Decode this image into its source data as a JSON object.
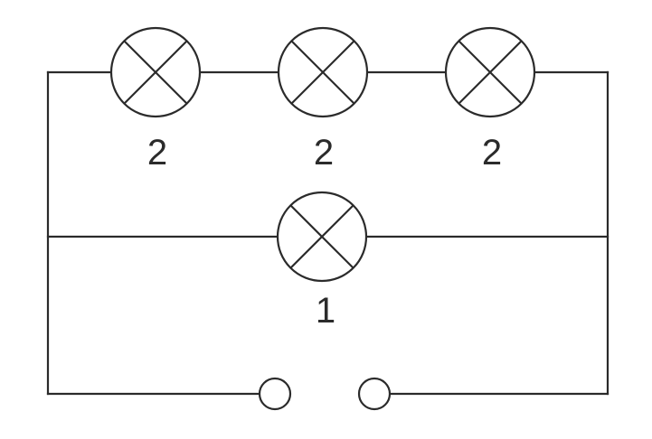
{
  "diagram": {
    "colors": {
      "stroke": "#2b2b2b",
      "background": "#ffffff"
    },
    "lamps": [
      {
        "id": "lamp-top-left",
        "label": "2",
        "icon": "lamp-cross-icon"
      },
      {
        "id": "lamp-top-middle",
        "label": "2",
        "icon": "lamp-cross-icon"
      },
      {
        "id": "lamp-top-right",
        "label": "2",
        "icon": "lamp-cross-icon"
      },
      {
        "id": "lamp-middle",
        "label": "1",
        "icon": "lamp-cross-icon"
      }
    ],
    "terminals": [
      {
        "id": "terminal-left",
        "icon": "terminal-circle-icon"
      },
      {
        "id": "terminal-right",
        "icon": "terminal-circle-icon"
      }
    ]
  }
}
